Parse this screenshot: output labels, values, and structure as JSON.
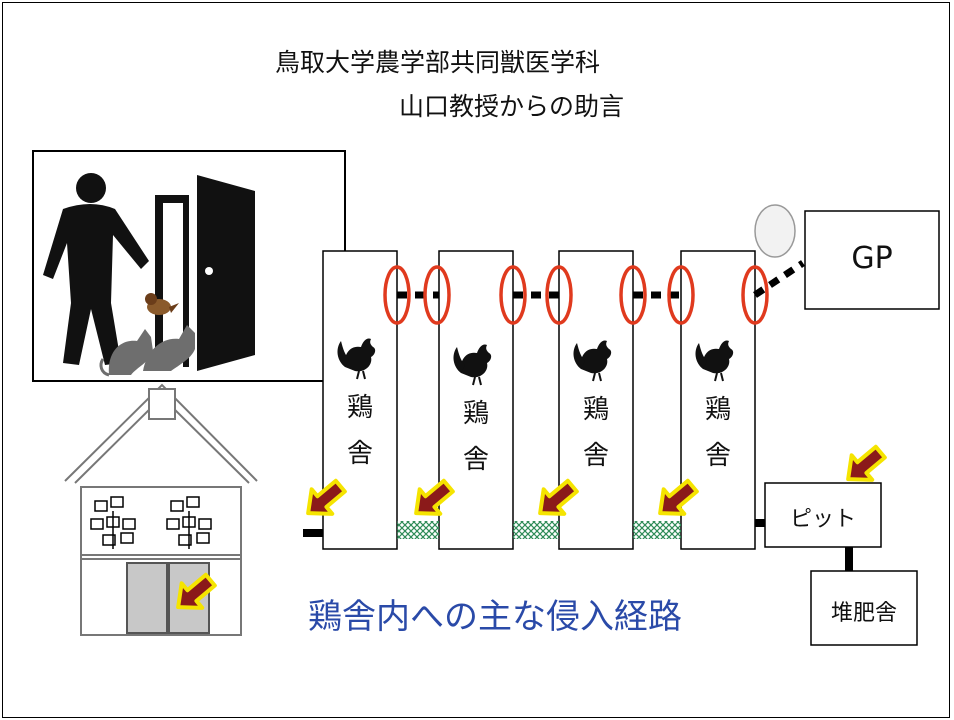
{
  "title": {
    "line1": "鳥取大学農学部共同獣医学科",
    "line2": "山口教授からの助言"
  },
  "henhouses": [
    {
      "label_line1": "鶏",
      "label_line2": "舎"
    },
    {
      "label_line1": "鶏",
      "label_line2": "舎"
    },
    {
      "label_line1": "鶏",
      "label_line2": "舎"
    },
    {
      "label_line1": "鶏",
      "label_line2": "舎"
    }
  ],
  "gp_label": "GP",
  "pit_label": "ピット",
  "compost_label": "堆肥舎",
  "caption": "鶏舎内への主な侵入経路",
  "colors": {
    "arrow_fill": "#8b1a1a",
    "arrow_outline": "#f5e400",
    "ellipse": "#e03a1e",
    "caption_text": "#2a4aa8",
    "net": "#2e8b57"
  }
}
